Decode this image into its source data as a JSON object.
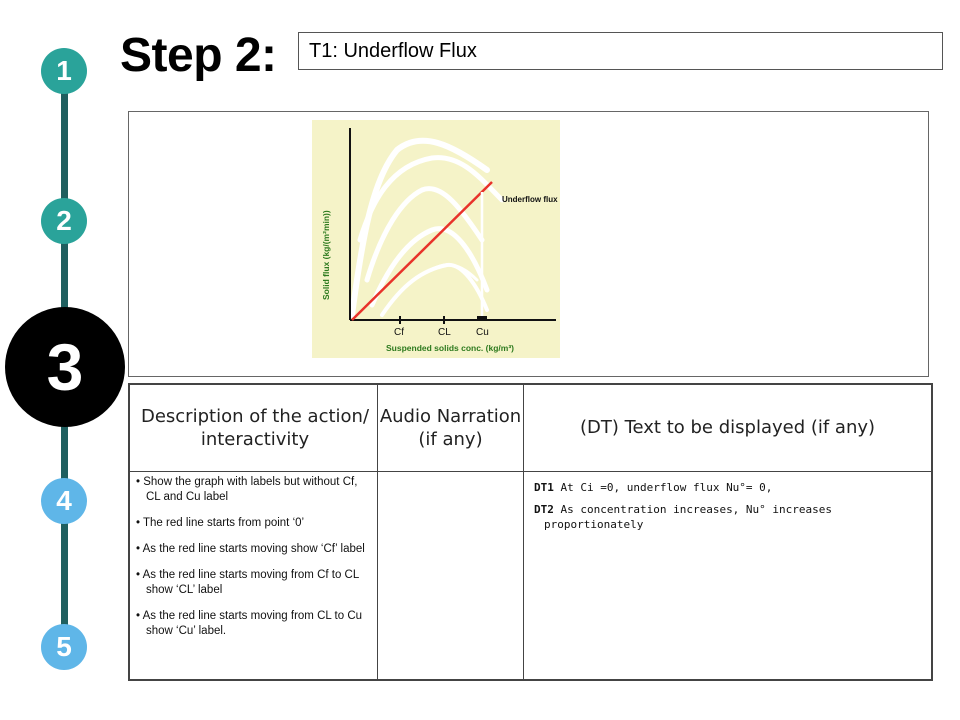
{
  "steps": [
    "1",
    "2",
    "3",
    "4",
    "5"
  ],
  "colors": {
    "rail": "#1f5f5f",
    "done": "#2aa39a",
    "upcoming": "#5fb6e8",
    "current": "#000000",
    "graph_bg": "#f5f3c8",
    "curve": "#ffffff",
    "flux_line": "#e8322a",
    "axis_label": "#2d7a1e"
  },
  "header": {
    "step_title": "Step 2:",
    "topic": "T1: Underflow Flux"
  },
  "graph": {
    "y_axis_label": "Solid flux (kg/(m²min))",
    "x_axis_label": "Suspended solids conc. (kg/m³)",
    "annotation": "Underflow flux",
    "ticks": [
      "Cf",
      "CL",
      "Cu"
    ]
  },
  "table": {
    "headers": {
      "description": "Description of the action/ interactivity",
      "audio": "Audio Narration (if any)",
      "display": "(DT) Text to be displayed (if any)"
    },
    "description_items": [
      "Show the graph with labels but without Cf, CL and Cu label",
      "The red line starts from point ‘0’",
      "As the red line starts moving show ‘Cf’ label",
      "As the red line starts moving from Cf to CL show ‘CL’ label",
      "As the red line starts moving from CL to Cu show ‘Cu’ label."
    ],
    "dt_items": [
      {
        "tag": "DT1",
        "text": "At Ci =0, underflow flux Nu°= 0,"
      },
      {
        "tag": "DT2",
        "text": "As concentration increases, Nu° increases proportionately"
      }
    ]
  }
}
